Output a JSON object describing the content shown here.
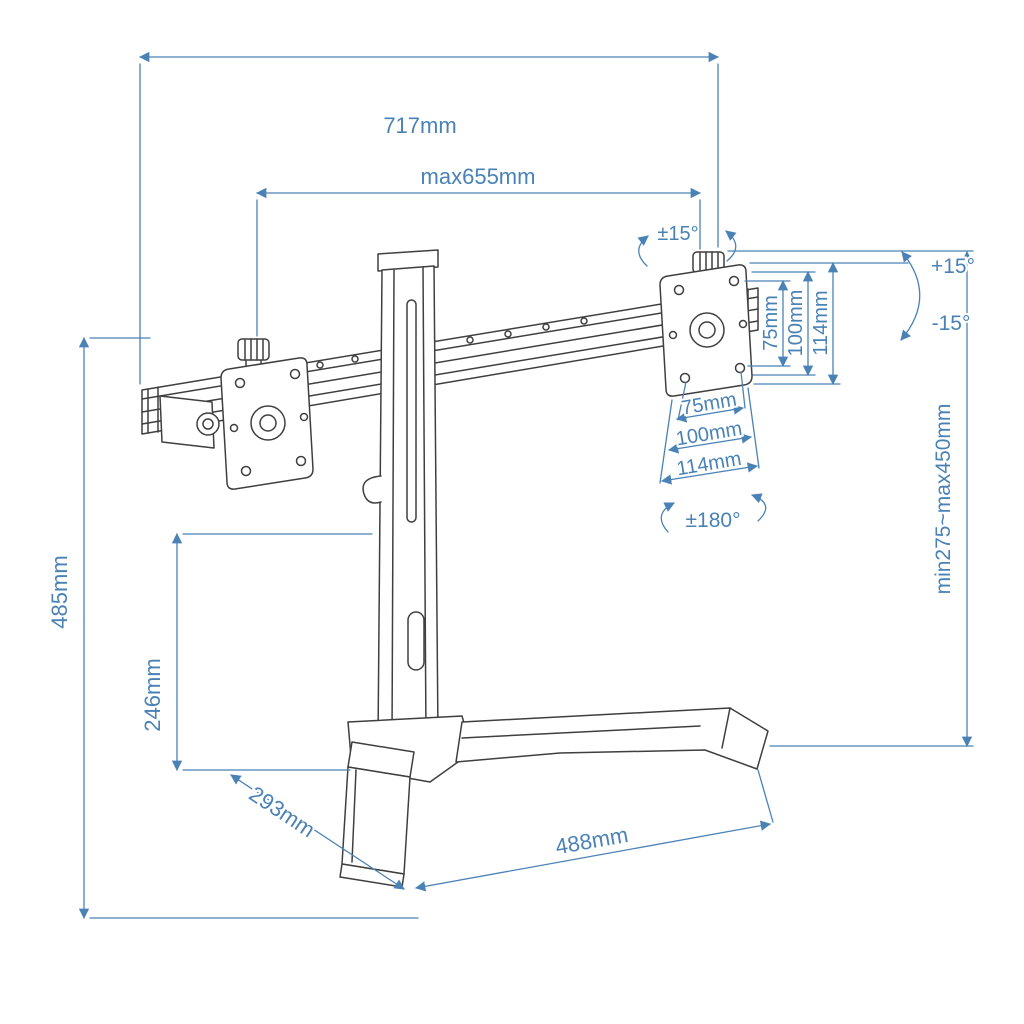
{
  "diagram": {
    "type": "technical-dimension-drawing",
    "subject": "dual-monitor-desk-stand",
    "colors": {
      "dimension_blue": "#4a82b6",
      "drawing_line": "#3f3f3f",
      "background": "#ffffff"
    },
    "annotations": {
      "top_width": "717mm",
      "arm_span": "max655mm",
      "knob_tilt": "±15°",
      "tilt_up": "+15°",
      "tilt_down": "-15°",
      "swivel": "±180°",
      "height_range": "min275~max450mm",
      "total_height": "485mm",
      "lower_column": "246mm",
      "base_depth": "293mm",
      "base_width": "488mm",
      "vesa_vertical": [
        "75mm",
        "100mm",
        "114mm"
      ],
      "vesa_horizontal": [
        "75mm",
        "100mm",
        "114mm"
      ]
    }
  }
}
